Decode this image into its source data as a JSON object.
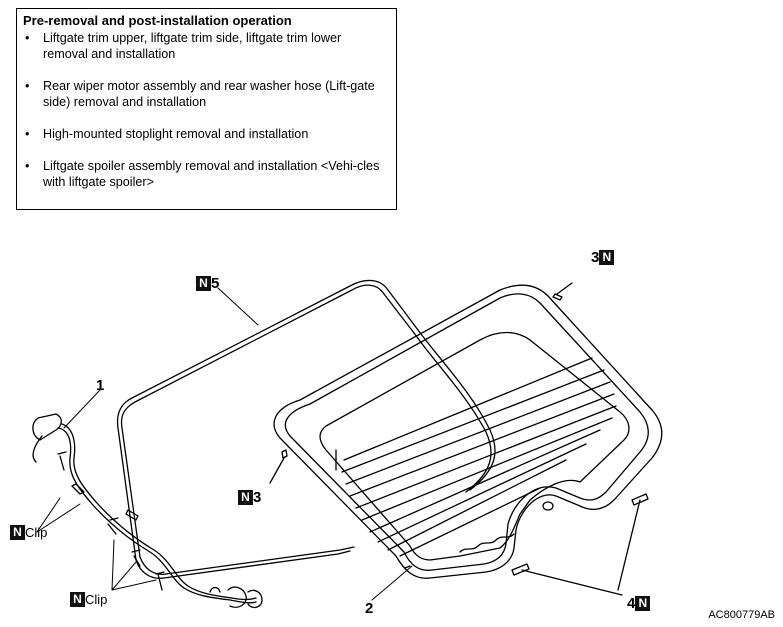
{
  "note": {
    "title": "Pre-removal and post-installation operation",
    "items": [
      "Liftgate trim upper, liftgate trim side, liftgate trim lower removal and installation",
      "Rear wiper motor assembly and rear washer hose (Lift-gate side) removal and installation",
      "High-mounted stoplight removal and installation",
      "Liftgate spoiler assembly removal and installation <Vehi-cles with liftgate spoiler>"
    ]
  },
  "callouts": {
    "item1": "1",
    "item2": "2",
    "item3_top": "3",
    "item3_left": "3",
    "item4": "4",
    "item5": "5",
    "new_part_mark": "N",
    "clip_label": "Clip"
  },
  "figure_code": "AC800779AB"
}
